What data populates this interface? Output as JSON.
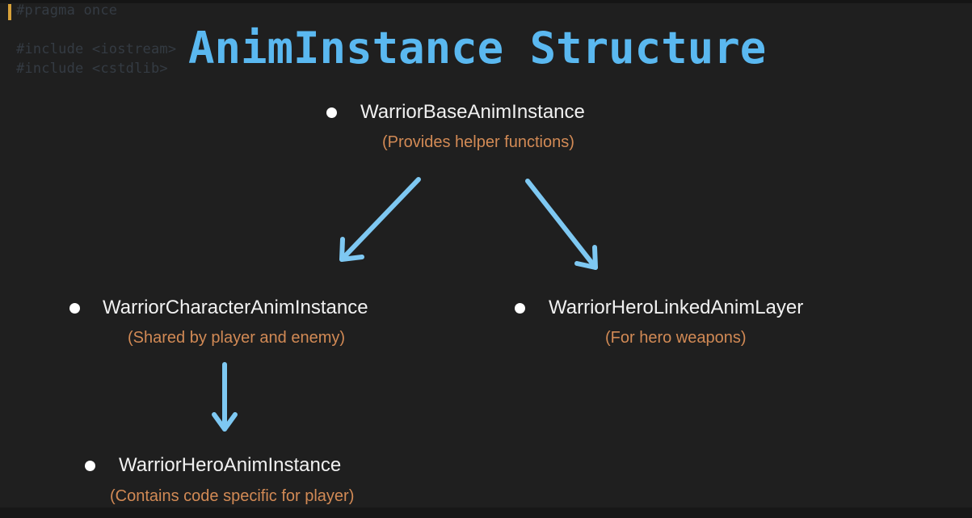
{
  "code": {
    "lines": [
      "#pragma once",
      "#include <iostream>",
      "#include <cstdlib>"
    ]
  },
  "title": "AnimInstance Structure",
  "nodes": {
    "base": {
      "name": "WarriorBaseAnimInstance",
      "desc": "(Provides helper functions)"
    },
    "character": {
      "name": "WarriorCharacterAnimInstance",
      "desc": "(Shared by player and enemy)"
    },
    "linked": {
      "name": "WarriorHeroLinkedAnimLayer",
      "desc": "(For hero weapons)"
    },
    "hero": {
      "name": "WarriorHeroAnimInstance",
      "desc": "(Contains code specific for player)"
    }
  },
  "colors": {
    "background": "#1f1f1f",
    "title": "#5ab8f0",
    "arrow": "#7ec8f2",
    "description": "#d28a55",
    "name": "#f1f1f1"
  }
}
